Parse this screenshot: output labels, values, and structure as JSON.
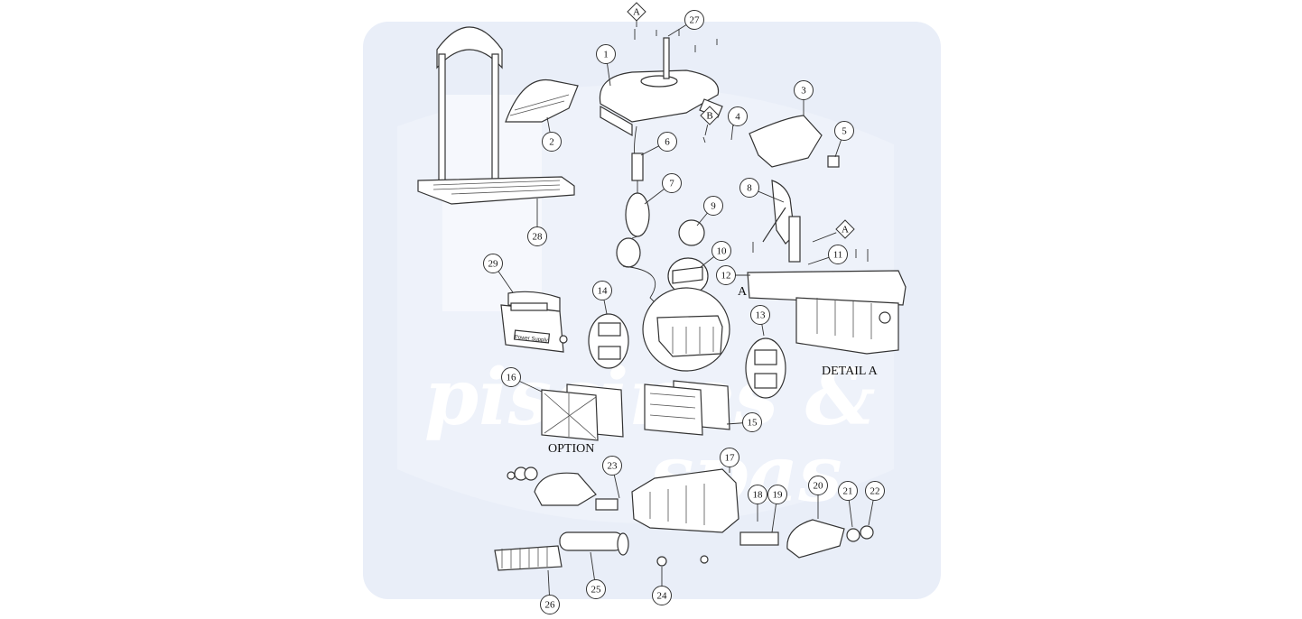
{
  "diagram": {
    "captions": {
      "detail": "DETAIL A",
      "option": "OPTION",
      "detail_pointer": "A"
    },
    "watermark": {
      "line1": "piscines &",
      "line2": "spas",
      "color": "#e9eef8"
    },
    "callouts": [
      {
        "id": "1",
        "label": "1"
      },
      {
        "id": "2",
        "label": "2"
      },
      {
        "id": "3",
        "label": "3"
      },
      {
        "id": "4",
        "label": "4"
      },
      {
        "id": "5",
        "label": "5"
      },
      {
        "id": "6",
        "label": "6"
      },
      {
        "id": "7",
        "label": "7"
      },
      {
        "id": "8",
        "label": "8"
      },
      {
        "id": "9",
        "label": "9"
      },
      {
        "id": "10",
        "label": "10"
      },
      {
        "id": "11",
        "label": "11"
      },
      {
        "id": "12",
        "label": "12"
      },
      {
        "id": "13",
        "label": "13"
      },
      {
        "id": "14",
        "label": "14"
      },
      {
        "id": "15",
        "label": "15"
      },
      {
        "id": "16",
        "label": "16"
      },
      {
        "id": "17",
        "label": "17"
      },
      {
        "id": "18",
        "label": "18"
      },
      {
        "id": "19",
        "label": "19"
      },
      {
        "id": "20",
        "label": "20"
      },
      {
        "id": "21",
        "label": "21"
      },
      {
        "id": "22",
        "label": "22"
      },
      {
        "id": "23",
        "label": "23"
      },
      {
        "id": "24",
        "label": "24"
      },
      {
        "id": "25",
        "label": "25"
      },
      {
        "id": "26",
        "label": "26"
      },
      {
        "id": "27",
        "label": "27"
      },
      {
        "id": "28",
        "label": "28"
      },
      {
        "id": "29",
        "label": "29"
      },
      {
        "id": "A1",
        "label": "A"
      },
      {
        "id": "A2",
        "label": "A"
      },
      {
        "id": "B",
        "label": "B"
      }
    ],
    "power_supply_label": "Power Supply"
  }
}
